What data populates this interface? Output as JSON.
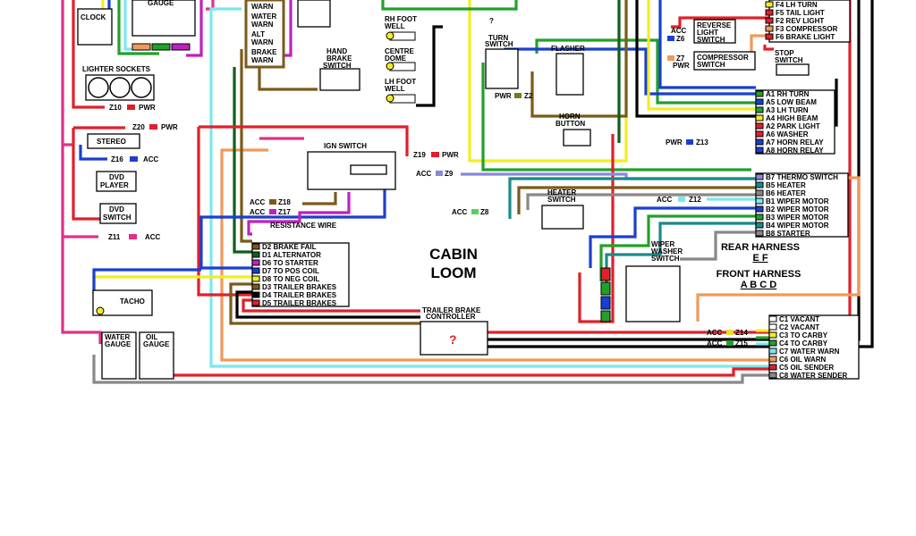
{
  "title": {
    "line1": "CABIN",
    "line2": "LOOM"
  },
  "harness": {
    "rear": "REAR HARNESS",
    "rear_sub": "E F",
    "front": "FRONT HARNESS",
    "front_sub": "A B C D"
  },
  "components": {
    "clock": "CLOCK",
    "gauge": "GAUGE",
    "lighter_sockets": "LIGHTER SOCKETS",
    "stereo": "STEREO",
    "dvd_player": [
      "DVD",
      "PLAYER"
    ],
    "dvd_switch": [
      "DVD",
      "SWITCH"
    ],
    "tacho": "TACHO",
    "water_gauge": [
      "WATER",
      "GAUGE"
    ],
    "oil_gauge": [
      "OIL",
      "GAUGE"
    ],
    "warn_labels": [
      "WARN",
      "WATER",
      "WARN",
      "ALT",
      "WARN",
      "BRAKE",
      "WARN"
    ],
    "hand_brake": [
      "HAND",
      "BRAKE",
      "SWITCH"
    ],
    "ign_switch": "IGN SWITCH",
    "resistance_wire": "RESISTANCE WIRE",
    "rh_foot": [
      "RH FOOT",
      "WELL"
    ],
    "centre_dome": [
      "CENTRE",
      "DOME"
    ],
    "lh_foot": [
      "LH FOOT",
      "WELL"
    ],
    "turn_switch": [
      "TURN",
      "SWITCH"
    ],
    "flasher": "FLASHER",
    "horn_button": [
      "HORN",
      "BUTTON"
    ],
    "heater_switch": [
      "HEATER",
      "SWITCH"
    ],
    "wiper_washer": [
      "WIPER",
      "WASHER",
      "SWITCH"
    ],
    "trailer_brake": [
      "TRAILER BRAKE",
      "CONTROLLER"
    ],
    "trailer_q": "?",
    "reverse_light": [
      "REVERSE",
      "LIGHT",
      "SWITCH"
    ],
    "compressor": [
      "COMPRESSOR",
      "SWITCH"
    ],
    "stop_switch": [
      "STOP",
      "SWITCH"
    ]
  },
  "wire_tags": {
    "z10": "Z10",
    "pwr": "PWR",
    "z20": "Z20",
    "z16": "Z16",
    "acc": "ACC",
    "z11": "Z11",
    "z19": "Z19",
    "z18": "Z18",
    "z17": "Z17",
    "z9": "Z9",
    "z8": "Z8",
    "z2": "Z2",
    "z13": "Z13",
    "z12": "Z12",
    "z6": "Z6",
    "z7": "Z7",
    "z14": "Z14",
    "z15": "Z15",
    "q": "?"
  },
  "connector_f": [
    "F4 LH TURN",
    "F5 TAIL LIGHT",
    "F2 REV LIGHT",
    "F3 COMPRESSOR",
    "F6 BRAKE LIGHT"
  ],
  "connector_a": [
    "A1 RH TURN",
    "A5 LOW BEAM",
    "A3 LH TURN",
    "A4 HIGH BEAM",
    "A2 PARK LIGHT",
    "A6 WASHER",
    "A7 HORN RELAY",
    "A8 HORN RELAY"
  ],
  "connector_b": [
    "B7 THERMO SWITCH",
    "B5 HEATER",
    "B6 HEATER",
    "B1 WIPER MOTOR",
    "B2 WIPER MOTOR",
    "B3 WIPER MOTOR",
    "B4 WIPER MOTOR",
    "B8 STARTER"
  ],
  "connector_d": [
    "D2 BRAKE FAIL",
    "D1 ALTERNATOR",
    "D6 TO STARTER",
    "D7 TO POS COIL",
    "D8 TO NEG COIL",
    "D3 TRAILER BRAKES",
    "D4 TRAILER BRAKES",
    "D5 TRAILER BRAKES"
  ],
  "connector_c": [
    "C1 VACANT",
    "C2 VACANT",
    "C3 TO CARBY",
    "C4 TO CARBY",
    "C7 WATER WARN",
    "C6 OIL WARN",
    "C5 OIL SENDER",
    "C8 WATER SENDER"
  ],
  "wire_colors": {
    "red": "#e0202a",
    "blue": "#1a3fd0",
    "yellow": "#f4ec22",
    "green": "#22a02a",
    "dkgreen": "#0f5f1a",
    "black": "#000000",
    "pink": "#e0308a",
    "magenta": "#c020c0",
    "cyan": "#7be8ee",
    "orange": "#ef9a5a",
    "brown": "#7a5a1a",
    "purple": "#8888dd",
    "teal": "#1a8a8a",
    "grey": "#888888",
    "lightgreen": "#5ad05a"
  }
}
